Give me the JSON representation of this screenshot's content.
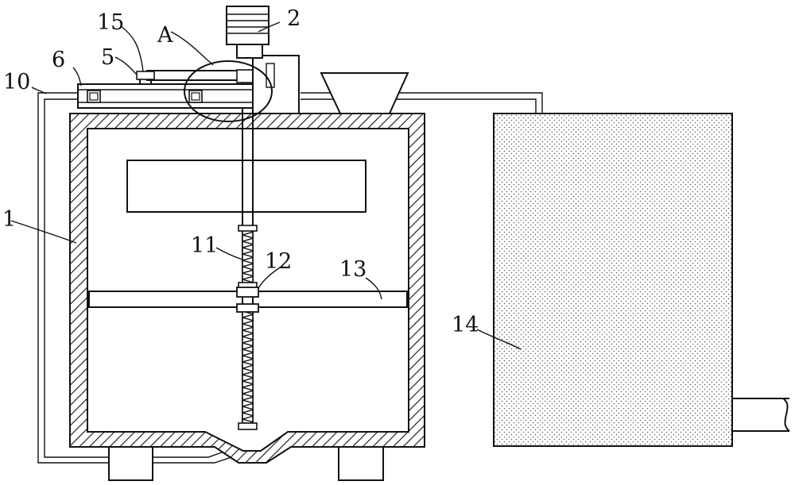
{
  "diagram": {
    "labels": {
      "tank": "1",
      "motor": "2",
      "pulley": "5",
      "slide_box": "6",
      "pipe": "10",
      "screw": "11",
      "nut": "12",
      "plate": "13",
      "storage": "14",
      "belt": "15",
      "detail_a": "A"
    }
  }
}
